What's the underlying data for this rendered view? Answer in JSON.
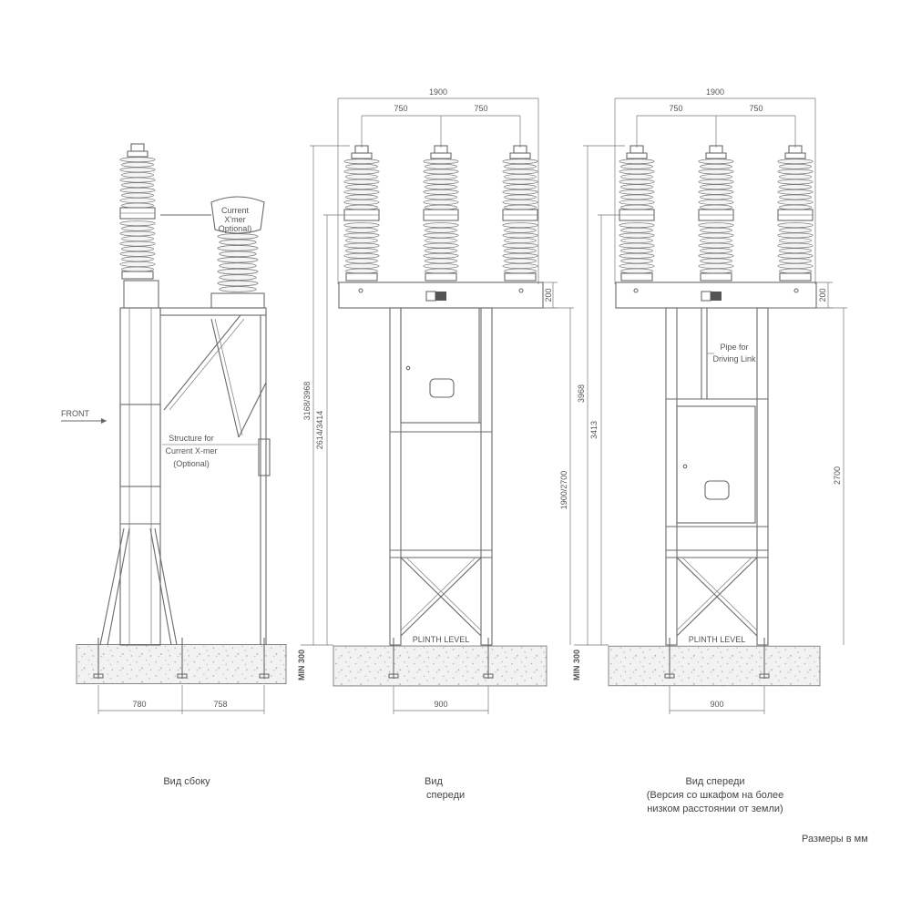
{
  "side_view": {
    "label_current_xmer": [
      "Current",
      "X'mer",
      "Optional)"
    ],
    "label_front": "FRONT",
    "label_structure": [
      "Structure for",
      "Current X-mer",
      "(Optional)"
    ],
    "dim_left": "780",
    "dim_right": "758",
    "caption": "Вид сбоку"
  },
  "front_view": {
    "dim_total": "1900",
    "dim_spacing_left": "750",
    "dim_spacing_right": "750",
    "dim_box": "200",
    "dim_height_outer": "3168/3968",
    "dim_height_inner": "2614/3414",
    "dim_frame": "1900/2700",
    "plinth": "PLINTH LEVEL",
    "min": "MIN 300",
    "dim_base": "900",
    "caption": [
      "Вид",
      "спереди"
    ]
  },
  "front_view_low": {
    "dim_total": "1900",
    "dim_spacing_left": "750",
    "dim_spacing_right": "750",
    "dim_box": "200",
    "dim_height_outer": "3968",
    "dim_height_inner": "3413",
    "dim_frame": "2700",
    "pipe_label": [
      "Pipe for",
      "Driving Link"
    ],
    "plinth": "PLINTH LEVEL",
    "min": "MIN 300",
    "dim_base": "900",
    "caption": [
      "Вид спереди",
      "(Версия со шкафом на более",
      "низком расстоянии от земли)"
    ]
  },
  "units_note": "Размеры в мм"
}
